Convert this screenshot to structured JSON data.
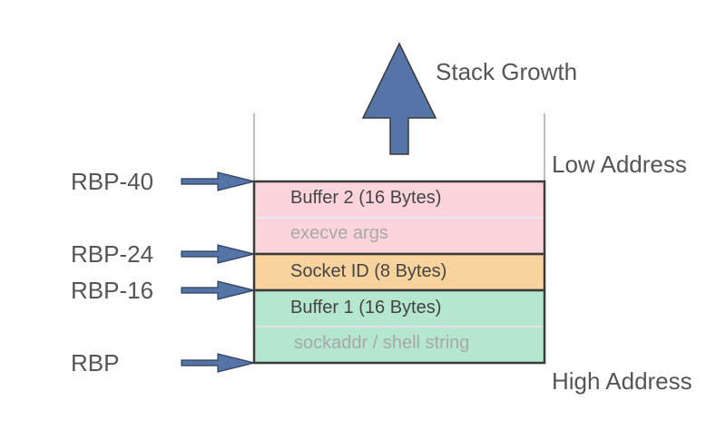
{
  "diagram": {
    "growth_label": "Stack Growth",
    "low_address": "Low Address",
    "high_address": "High Address",
    "registers": [
      {
        "label": "RBP-40"
      },
      {
        "label": "RBP-24"
      },
      {
        "label": "RBP-16"
      },
      {
        "label": "RBP"
      }
    ],
    "blocks": [
      {
        "label": "Buffer 2 (16 Bytes)",
        "sublabel": "execve args",
        "color": "#fcd5dc"
      },
      {
        "label": "Socket ID (8 Bytes)",
        "color": "#f8d39d"
      },
      {
        "label": "Buffer 1 (16 Bytes)",
        "sublabel": "sockaddr / shell string",
        "color": "#b5e6cf"
      }
    ],
    "arrow_color": "#5575a8",
    "outline_color": "#3a3a3a"
  }
}
